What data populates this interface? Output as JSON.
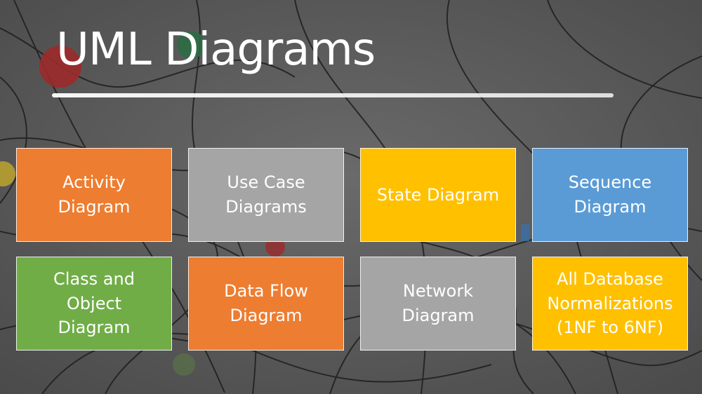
{
  "slide": {
    "title": "UML Diagrams",
    "tiles": [
      {
        "line1": "Activity",
        "line2": "Diagram",
        "line3": "",
        "color": "#ed7d31"
      },
      {
        "line1": "Use Case",
        "line2": "Diagrams",
        "line3": "",
        "color": "#a5a5a5"
      },
      {
        "line1": "State Diagram",
        "line2": "",
        "line3": "",
        "color": "#ffc000"
      },
      {
        "line1": "Sequence",
        "line2": "Diagram",
        "line3": "",
        "color": "#5b9bd5"
      },
      {
        "line1": "Class and",
        "line2": "Object",
        "line3": "Diagram",
        "color": "#70ad47"
      },
      {
        "line1": "Data Flow",
        "line2": "Diagram",
        "line3": "",
        "color": "#ed7d31"
      },
      {
        "line1": "Network",
        "line2": "Diagram",
        "line3": "",
        "color": "#a5a5a5"
      },
      {
        "line1": "All Database",
        "line2": "Normalizations",
        "line3": "(1NF to 6NF)",
        "color": "#ffc000"
      }
    ]
  }
}
